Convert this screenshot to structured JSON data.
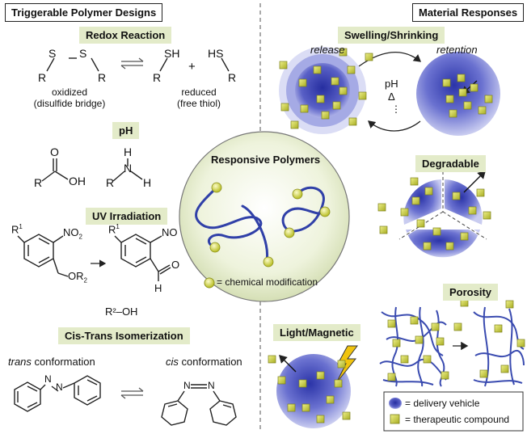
{
  "left": {
    "title": "Triggerable Polymer Designs",
    "redox": {
      "heading": "Redox Reaction",
      "oxidized_line1": "oxidized",
      "oxidized_line2": "(disulfide bridge)",
      "reduced_line1": "reduced",
      "reduced_line2": "(free thiol)",
      "plus": "+"
    },
    "ph": {
      "heading": "pH"
    },
    "uv": {
      "heading": "UV Irradiation",
      "byproduct": "R²–OH"
    },
    "cis_trans": {
      "heading": "Cis-Trans Isomerization",
      "trans_italic": "trans",
      "trans_rest": " conformation",
      "cis_italic": "cis",
      "cis_rest": " conformation"
    }
  },
  "center": {
    "title": "Responsive Polymers",
    "legend": "= chemical modification"
  },
  "right": {
    "title": "Material Responses",
    "swelling": {
      "heading": "Swelling/Shrinking",
      "release": "release",
      "retention": "retention",
      "stimulus1": "pH",
      "stimulus2": "Δ",
      "stimulus3": "⋮"
    },
    "degradable": {
      "heading": "Degradable"
    },
    "porosity": {
      "heading": "Porosity"
    },
    "light": {
      "heading": "Light/Magnetic"
    },
    "legend": {
      "vehicle": "= delivery vehicle",
      "compound": "= therapeutic compound"
    }
  },
  "colors": {
    "pill_bg": "#e3ebc9",
    "sphere": "#5d64c9",
    "cargo": "#c9cf3c",
    "polymer": "#3040a8"
  }
}
